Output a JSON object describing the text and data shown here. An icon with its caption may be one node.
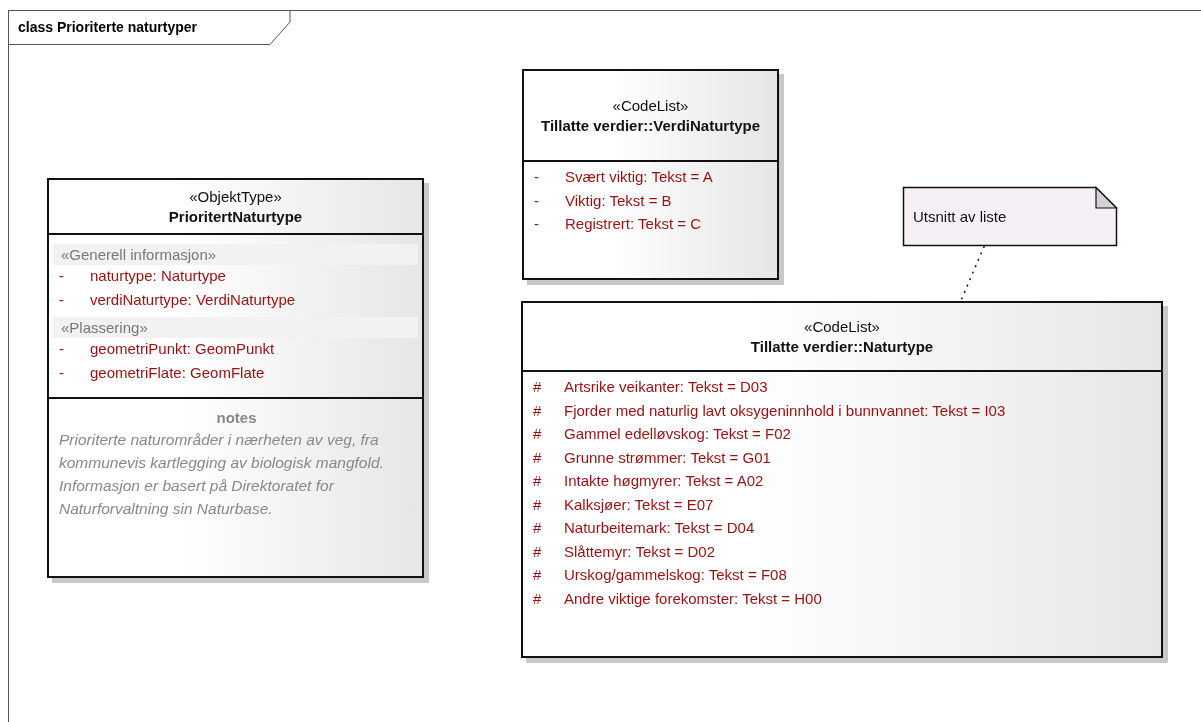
{
  "diagram": {
    "title": "class Prioriterte naturtyper",
    "nodes": [
      {
        "text": [
          "«ObjektType»",
          "PrioritertNaturtype"
        ]
      },
      {
        "text": [
          "«Generell informasjon»",
          "- naturtype: Naturtype",
          "- verdiNaturtype: VerdiNaturtype"
        ],
        "in": 0
      },
      {
        "text": [
          "«Plassering»",
          "- geometriPunkt: GeomPunkt",
          "- geometriFlate: GeomFlate"
        ],
        "in": 0
      },
      {
        "text": [
          "notes",
          "Prioriterte naturområder i nærheten av veg, fra kommunevis kartlegging av biologisk mangfold. Informasjon er basert på Direktoratet for Naturforvaltning sin Naturbase."
        ],
        "in": 0
      },
      {
        "text": [
          "«CodeList»",
          "Tillatte verdier::VerdiNaturtype",
          "- Svært viktig: Tekst = A",
          "- Viktig: Tekst = B",
          "- Registrert: Tekst = C"
        ]
      },
      {
        "text": [
          "Utsnitt av liste"
        ]
      },
      {
        "text": [
          "«CodeList»",
          "Tillatte verdier::Naturtype",
          "# Artsrike veikanter: Tekst = D03",
          "# Fjorder med naturlig lavt oksygeninnhold i bunnvannet: Tekst = I03",
          "# Gammel edelløvskog: Tekst = F02",
          "# Grunne strømmer: Tekst = G01",
          "# Intakte høgmyrer: Tekst = A02",
          "# Kalksjøer: Tekst = E07",
          "# Naturbeitemark: Tekst = D04",
          "# Slåttemyr: Tekst = D02",
          "# Urskog/gammelskog: Tekst = F08",
          "# Andre viktige forekomster: Tekst = H00"
        ]
      }
    ],
    "edges": [
      {
        "from": 5,
        "to": 6,
        "arrow": "none",
        "style": "dashed"
      }
    ]
  }
}
